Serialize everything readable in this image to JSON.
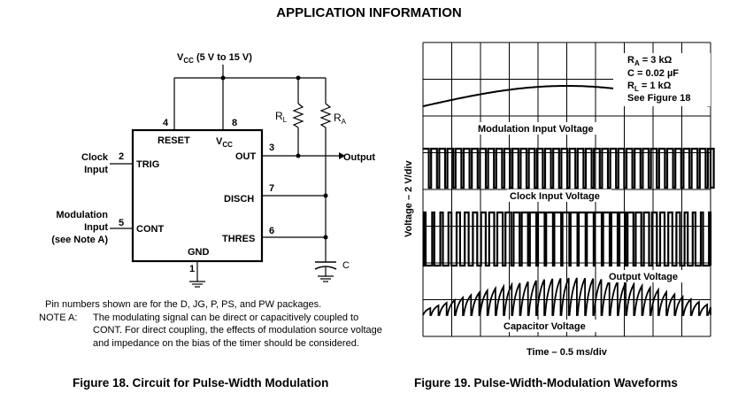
{
  "page": {
    "heading": "APPLICATION INFORMATION"
  },
  "figure18": {
    "caption": "Figure 18. Circuit for Pulse-Width Modulation",
    "vcc_label": "V",
    "vcc_sub": "CC",
    "vcc_range": " (5 V to 15 V)",
    "pins": {
      "reset_num": "4",
      "reset_name": "RESET",
      "vcc_num": "8",
      "vcc_name": "V",
      "vcc_name_sub": "CC",
      "out_num": "3",
      "out_name": "OUT",
      "trig_num": "2",
      "trig_name": "TRIG",
      "disch_num": "7",
      "disch_name": "DISCH",
      "cont_num": "5",
      "cont_name": "CONT",
      "thres_num": "6",
      "thres_name": "THRES",
      "gnd_name": "GND",
      "gnd_num": "1"
    },
    "components": {
      "rl": "R",
      "rl_sub": "L",
      "ra": "R",
      "ra_sub": "A",
      "cap": "C"
    },
    "io": {
      "clock_line1": "Clock",
      "clock_line2": "Input",
      "output": "Output",
      "mod_line1": "Modulation",
      "mod_line2": "Input",
      "mod_line3": "(see Note A)"
    },
    "pin_note": "Pin numbers shown are for the D, JG, P, PS, and PW packages.",
    "note_label": "NOTE A:",
    "note_text": "The modulating signal can be direct or capacitively coupled to CONT. For direct coupling, the effects of modulation source voltage and impedance on the bias of the timer should be considered."
  },
  "figure19": {
    "caption": "Figure 19. Pulse-Width-Modulation Waveforms",
    "params": {
      "ra": "R",
      "ra_sub": "A",
      "ra_val": " = 3 kΩ",
      "c": "C = 0.02 µF",
      "rl": "R",
      "rl_sub": "L",
      "rl_val": " = 1 kΩ",
      "see": "See Figure 18"
    },
    "labels": {
      "modulation": "Modulation Input Voltage",
      "clock": "Clock Input Voltage",
      "output": "Output Voltage",
      "capacitor": "Capacitor Voltage",
      "ylabel": "Voltage – 2 V/div",
      "xlabel": "Time – 0.5 ms/div"
    }
  }
}
